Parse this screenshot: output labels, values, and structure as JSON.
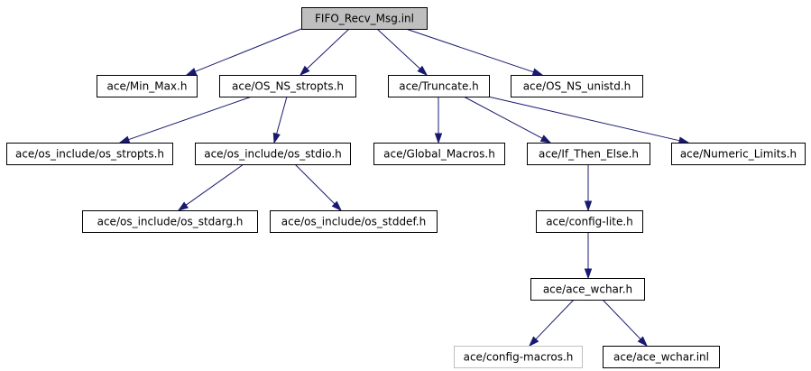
{
  "colors": {
    "edge": "#191970",
    "root_fill": "#bfbfbf",
    "node_fill": "#ffffff",
    "node_border": "#000000",
    "missing_border": "#bfbfbf"
  },
  "nodes": [
    {
      "id": "fifo_recv_msg_inl",
      "label": "FIFO_Recv_Msg.inl",
      "style": "root"
    },
    {
      "id": "min_max_h",
      "label": "ace/Min_Max.h",
      "style": "normal"
    },
    {
      "id": "os_ns_stropts_h",
      "label": "ace/OS_NS_stropts.h",
      "style": "normal"
    },
    {
      "id": "truncate_h",
      "label": "ace/Truncate.h",
      "style": "normal"
    },
    {
      "id": "os_ns_unistd_h",
      "label": "ace/OS_NS_unistd.h",
      "style": "normal"
    },
    {
      "id": "os_include_os_stropts_h",
      "label": "ace/os_include/os_stropts.h",
      "style": "normal"
    },
    {
      "id": "os_include_os_stdio_h",
      "label": "ace/os_include/os_stdio.h",
      "style": "normal"
    },
    {
      "id": "global_macros_h",
      "label": "ace/Global_Macros.h",
      "style": "normal"
    },
    {
      "id": "if_then_else_h",
      "label": "ace/If_Then_Else.h",
      "style": "normal"
    },
    {
      "id": "numeric_limits_h",
      "label": "ace/Numeric_Limits.h",
      "style": "normal"
    },
    {
      "id": "os_include_os_stdarg_h",
      "label": "ace/os_include/os_stdarg.h",
      "style": "normal"
    },
    {
      "id": "os_include_os_stddef_h",
      "label": "ace/os_include/os_stddef.h",
      "style": "normal"
    },
    {
      "id": "config_lite_h",
      "label": "ace/config-lite.h",
      "style": "normal"
    },
    {
      "id": "ace_wchar_h",
      "label": "ace/ace_wchar.h",
      "style": "normal"
    },
    {
      "id": "config_macros_h",
      "label": "ace/config-macros.h",
      "style": "missing"
    },
    {
      "id": "ace_wchar_inl",
      "label": "ace/ace_wchar.inl",
      "style": "normal"
    }
  ],
  "edges": [
    {
      "from": "fifo_recv_msg_inl",
      "to": "min_max_h"
    },
    {
      "from": "fifo_recv_msg_inl",
      "to": "os_ns_stropts_h"
    },
    {
      "from": "fifo_recv_msg_inl",
      "to": "truncate_h"
    },
    {
      "from": "fifo_recv_msg_inl",
      "to": "os_ns_unistd_h"
    },
    {
      "from": "os_ns_stropts_h",
      "to": "os_include_os_stropts_h"
    },
    {
      "from": "os_ns_stropts_h",
      "to": "os_include_os_stdio_h"
    },
    {
      "from": "os_include_os_stdio_h",
      "to": "os_include_os_stdarg_h"
    },
    {
      "from": "os_include_os_stdio_h",
      "to": "os_include_os_stddef_h"
    },
    {
      "from": "truncate_h",
      "to": "global_macros_h"
    },
    {
      "from": "truncate_h",
      "to": "if_then_else_h"
    },
    {
      "from": "truncate_h",
      "to": "numeric_limits_h"
    },
    {
      "from": "if_then_else_h",
      "to": "config_lite_h"
    },
    {
      "from": "config_lite_h",
      "to": "ace_wchar_h"
    },
    {
      "from": "ace_wchar_h",
      "to": "config_macros_h"
    },
    {
      "from": "ace_wchar_h",
      "to": "ace_wchar_inl"
    }
  ]
}
